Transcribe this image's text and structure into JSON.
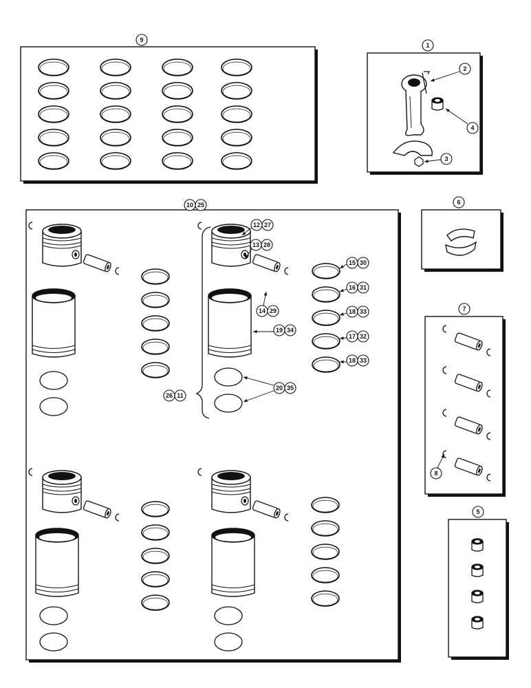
{
  "diagram": {
    "kit_labels": {
      "rings_kit": "9",
      "conrod_kit": "1",
      "bearing_kit": "6",
      "pin_kit": "7",
      "bushing_kit": "5",
      "sleeve_kit_a": "10",
      "sleeve_kit_b": "25"
    },
    "part_callouts": {
      "bolt": "2",
      "nut": "3",
      "bushing": "4",
      "retainer": "8",
      "piston_a": "12",
      "piston_b": "27",
      "pin_a": "13",
      "pin_b": "28",
      "retainer_a": "14",
      "retainer_b": "29",
      "ring1_a": "15",
      "ring1_b": "30",
      "ring2_a": "16",
      "ring2_b": "31",
      "ring3_a": "18",
      "ring3_b": "33",
      "ring4_a": "17",
      "ring4_b": "32",
      "ring5_a": "18",
      "ring5_b": "33",
      "sleeve_a": "19",
      "sleeve_b": "34",
      "seal_a": "20",
      "seal_b": "35",
      "set_a": "26",
      "set_b": "11"
    }
  },
  "colors": {
    "ink": "#111111",
    "paper": "#ffffff"
  }
}
